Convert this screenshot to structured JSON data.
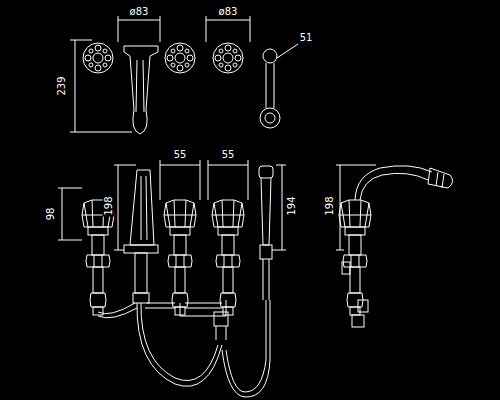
{
  "diagram": {
    "labels": [
      "ø83",
      "ø83",
      "51",
      "239",
      "98",
      "198",
      "55",
      "55",
      "194",
      "198"
    ]
  }
}
